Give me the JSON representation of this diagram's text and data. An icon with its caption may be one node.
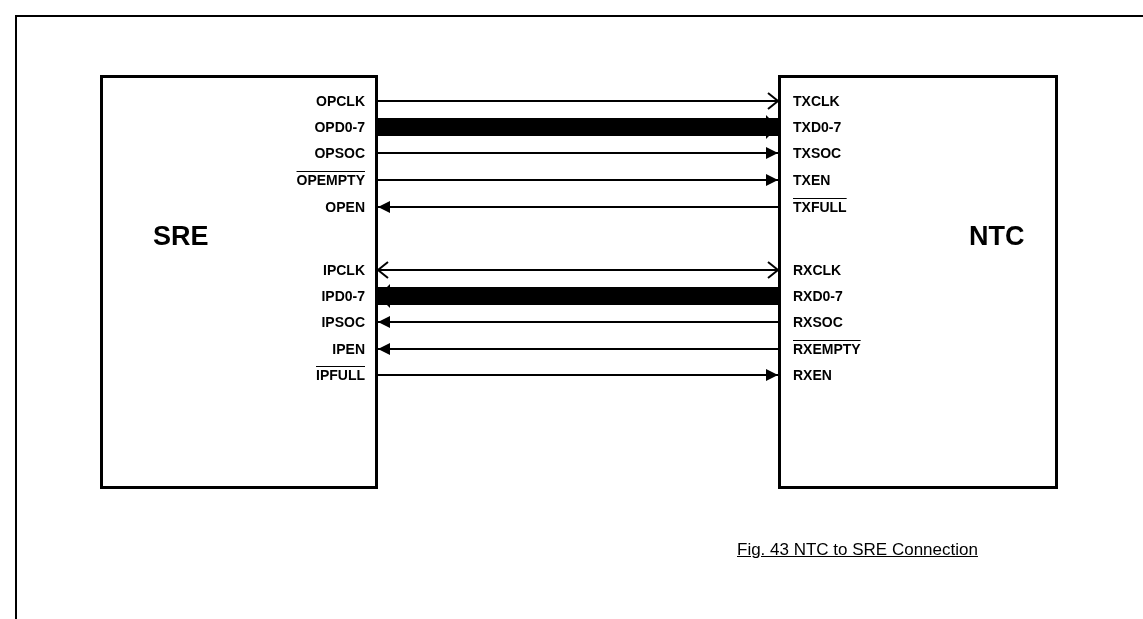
{
  "diagram": {
    "caption": "Fig. 43 NTC to SRE Connection",
    "nodes": [
      {
        "text": [
          "SRE"
        ]
      },
      {
        "text": [
          "OPCLK"
        ],
        "in": 0
      },
      {
        "text": [
          "OPD0-7"
        ],
        "in": 0
      },
      {
        "text": [
          "OPSOC"
        ],
        "in": 0
      },
      {
        "text": [
          "OPEMPTY"
        ],
        "in": 0
      },
      {
        "text": [
          "OPEN"
        ],
        "in": 0
      },
      {
        "text": [
          "IPCLK"
        ],
        "in": 0
      },
      {
        "text": [
          "IPD0-7"
        ],
        "in": 0
      },
      {
        "text": [
          "IPSOC"
        ],
        "in": 0
      },
      {
        "text": [
          "IPEN"
        ],
        "in": 0
      },
      {
        "text": [
          "IPFULL"
        ],
        "in": 0
      },
      {
        "text": [
          "NTC"
        ]
      },
      {
        "text": [
          "TXCLK"
        ],
        "in": 11
      },
      {
        "text": [
          "TXD0-7"
        ],
        "in": 11
      },
      {
        "text": [
          "TXSOC"
        ],
        "in": 11
      },
      {
        "text": [
          "TXEN"
        ],
        "in": 11
      },
      {
        "text": [
          "TXFULL"
        ],
        "in": 11
      },
      {
        "text": [
          "RXCLK"
        ],
        "in": 11
      },
      {
        "text": [
          "RXD0-7"
        ],
        "in": 11
      },
      {
        "text": [
          "RXSOC"
        ],
        "in": 11
      },
      {
        "text": [
          "RXEMPTY"
        ],
        "in": 11
      },
      {
        "text": [
          "RXEN"
        ],
        "in": 11
      }
    ],
    "edges": [
      {
        "from": 1,
        "to": 12,
        "arrow": "to"
      },
      {
        "from": 2,
        "to": 13,
        "arrow": "to",
        "style": "thick"
      },
      {
        "from": 3,
        "to": 14,
        "arrow": "to"
      },
      {
        "from": 4,
        "to": 15,
        "arrow": "to"
      },
      {
        "from": 16,
        "to": 5,
        "arrow": "to"
      },
      {
        "from": 6,
        "to": 17,
        "arrow": "both"
      },
      {
        "from": 18,
        "to": 7,
        "arrow": "to",
        "style": "thick"
      },
      {
        "from": 19,
        "to": 8,
        "arrow": "to"
      },
      {
        "from": 20,
        "to": 9,
        "arrow": "to"
      },
      {
        "from": 10,
        "to": 21,
        "arrow": "to"
      }
    ]
  }
}
